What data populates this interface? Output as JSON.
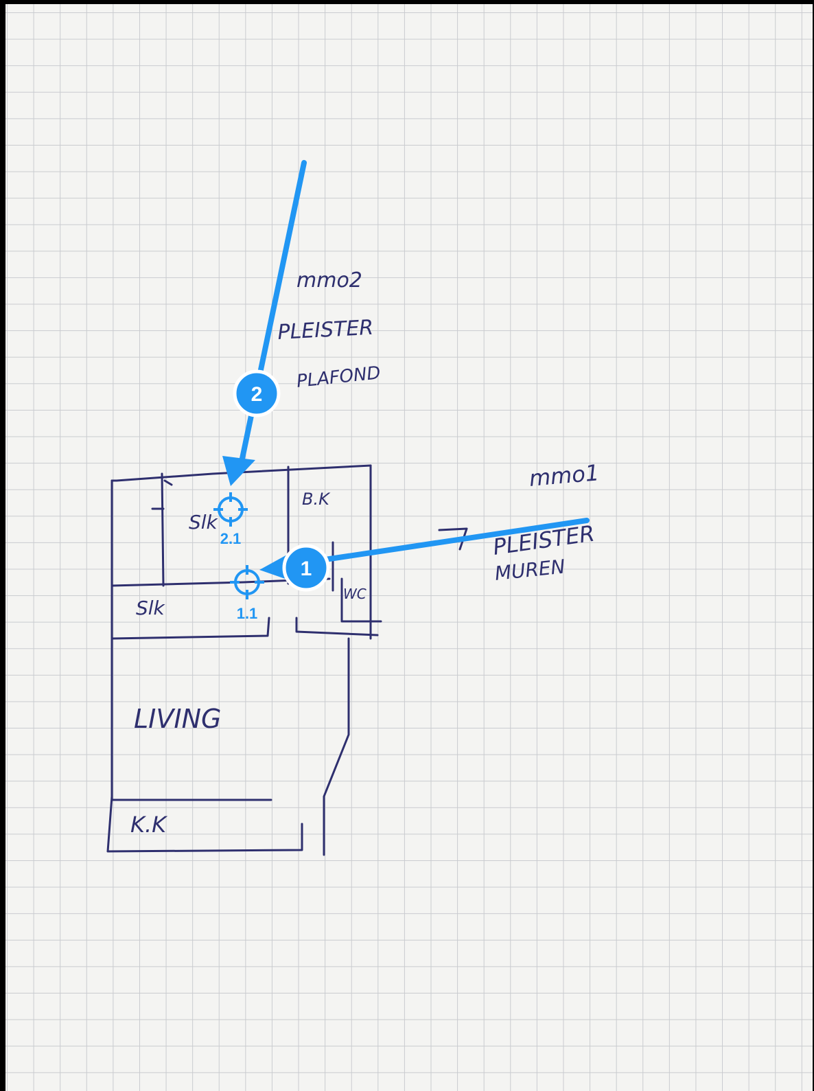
{
  "annotations": {
    "colors": {
      "marker": "#2196f3",
      "ink": "#2e2f6e",
      "paper": "#f4f4f2"
    },
    "callouts": [
      {
        "number": "1",
        "icon": "numbered-callout-badge"
      },
      {
        "number": "2",
        "icon": "numbered-callout-badge"
      }
    ],
    "targets": [
      {
        "label": "1.1",
        "icon": "crosshair-target-icon"
      },
      {
        "label": "2.1",
        "icon": "crosshair-target-icon"
      }
    ]
  },
  "sketch_text": {
    "note_2": {
      "line1": "mmo2",
      "line2": "PLEISTER",
      "line3": "PLAFOND"
    },
    "note_1": {
      "line1": "mmo1",
      "line2": "PLEISTER",
      "line3": "MUREN"
    },
    "rooms": {
      "slk_top": "Slk",
      "bk": "B.K",
      "wc": "WC",
      "slk_bottom": "Slk",
      "living": "LIVING",
      "kk": "K.K"
    }
  }
}
